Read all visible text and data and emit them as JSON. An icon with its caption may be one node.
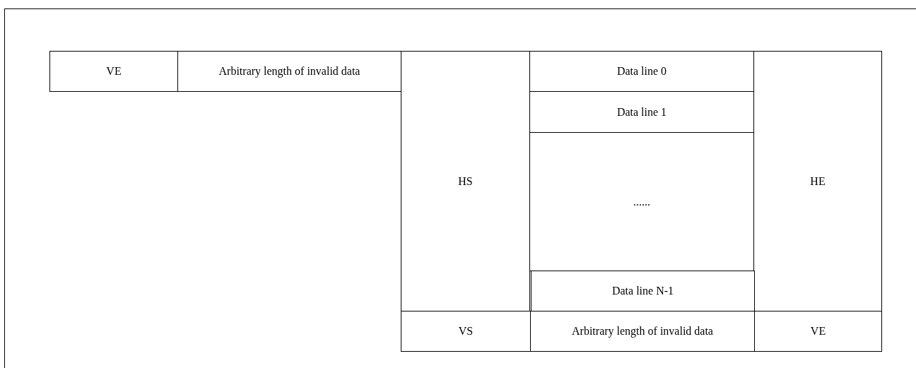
{
  "diagram": {
    "nodes": [
      {
        "text": [
          "VE"
        ]
      },
      {
        "text": [
          "Arbitrary length of invalid data"
        ]
      },
      {
        "text": [
          "HS"
        ]
      },
      {
        "text": [
          "Data line 0"
        ]
      },
      {
        "text": [
          "Data line 1"
        ]
      },
      {
        "text": [
          "......"
        ]
      },
      {
        "text": [
          "HE"
        ]
      },
      {
        "text": [
          "Data line N-1"
        ]
      },
      {
        "text": [
          "VS"
        ]
      },
      {
        "text": [
          "Arbitrary length of invalid data"
        ]
      },
      {
        "text": [
          "VE"
        ]
      }
    ],
    "edges": []
  }
}
